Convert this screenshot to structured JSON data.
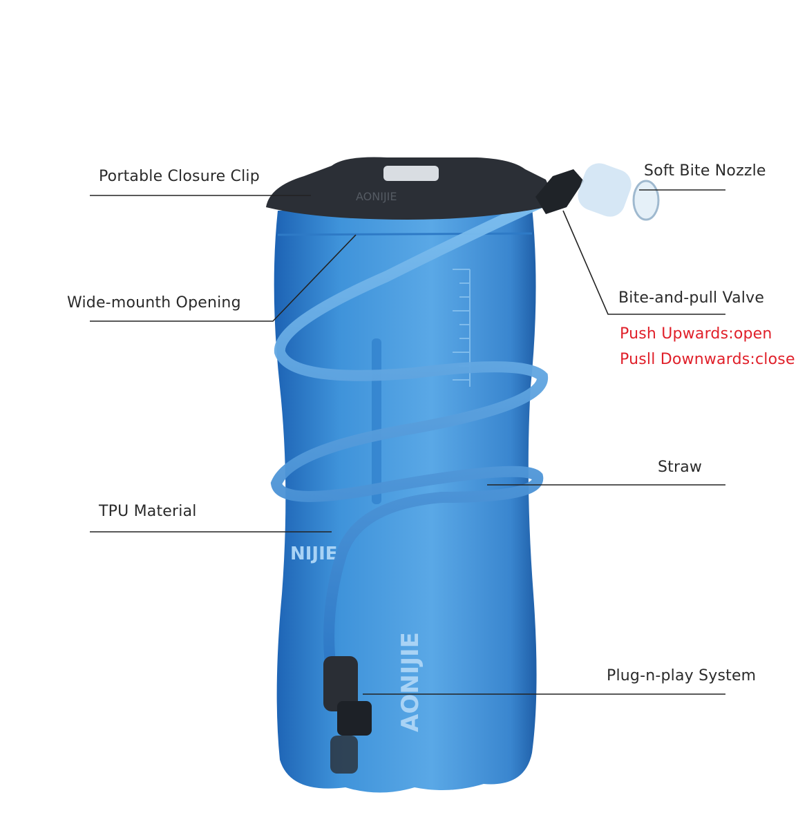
{
  "product": {
    "brand_logo": "AONIJIE",
    "colors": {
      "bladder": "#3a8fd6",
      "bladder_dark": "#1f64b0",
      "clip": "#2b2f36",
      "callout_line": "#222222",
      "warning_text": "#e0202a"
    }
  },
  "callouts": {
    "closure_clip": "Portable Closure Clip",
    "bite_nozzle": "Soft Bite Nozzle",
    "opening": "Wide-mounth Opening",
    "valve": "Bite-and-pull Valve",
    "valve_open": "Push Upwards:open",
    "valve_close": "Pusll Downwards:close",
    "straw": "Straw",
    "material": "TPU Material",
    "plug": "Plug-n-play System"
  }
}
